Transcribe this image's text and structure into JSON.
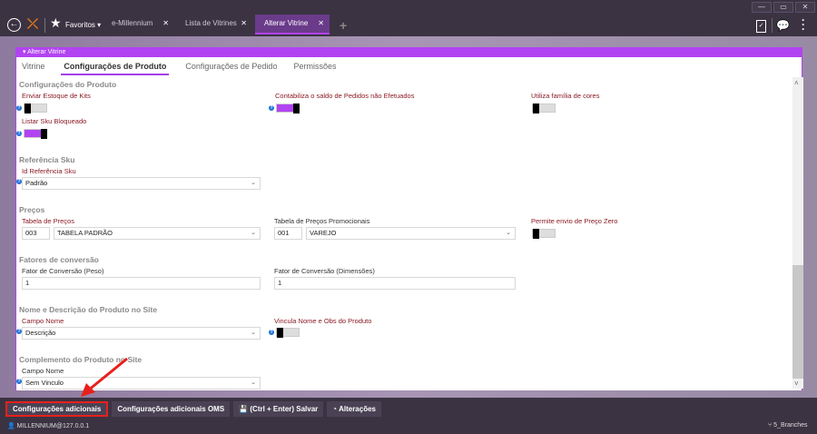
{
  "window": {
    "minimize": "—",
    "maximize": "▭",
    "close": "✕"
  },
  "nav": {
    "favorites": "Favoritos",
    "tabs": [
      {
        "label": "e-Millennium"
      },
      {
        "label": "Lista de Vitrines"
      },
      {
        "label": "Alterar Vitrine"
      }
    ],
    "add": "+",
    "close": "✕"
  },
  "panel": {
    "title": "Alterar Vitrine",
    "tabs": [
      "Vitrine",
      "Configurações de Produto",
      "Configurações de Pedido",
      "Permissões"
    ]
  },
  "sections": {
    "produto": {
      "title": "Configurações do Produto",
      "enviar": "Enviar Estoque de Kits",
      "contabiliza": "Contabiliza o saldo de Pedidos não Efetuados",
      "familia": "Utiliza família de cores",
      "listar": "Listar Sku Bloqueado"
    },
    "sku": {
      "title": "Referência Sku",
      "label": "Id Referência Sku",
      "value": "Padrão"
    },
    "precos": {
      "title": "Preços",
      "tabela_label": "Tabela de Preços",
      "tabela_code": "003",
      "tabela_value": "TABELA PADRÃO",
      "promo_label": "Tabela de Preços Promocionais",
      "promo_code": "001",
      "promo_value": "VAREJO",
      "zero_label": "Permite envio de Preço Zero"
    },
    "fatores": {
      "title": "Fatores de conversão",
      "peso_label": "Fator de Conversão (Peso)",
      "peso_value": "1",
      "dim_label": "Fator de Conversão (Dimensões)",
      "dim_value": "1"
    },
    "nome": {
      "title": "Nome e Descrição do Produto no Site",
      "campo_label": "Campo Nome",
      "campo_value": "Descrição",
      "vincula_label": "Vincula Nome e Obs do Produto"
    },
    "complemento": {
      "title": "Complemento do Produto no Site",
      "campo_label": "Campo Nome",
      "campo_value": "Sem Vinculo"
    }
  },
  "toolbar": {
    "config": "Configurações adicionais",
    "oms": "Configurações adicionais OMS",
    "save": "(Ctrl + Enter) Salvar",
    "changes": "Alterações"
  },
  "status": {
    "user": "MILLENNIUM@127.0.0.1",
    "branch": "5_Branches"
  }
}
